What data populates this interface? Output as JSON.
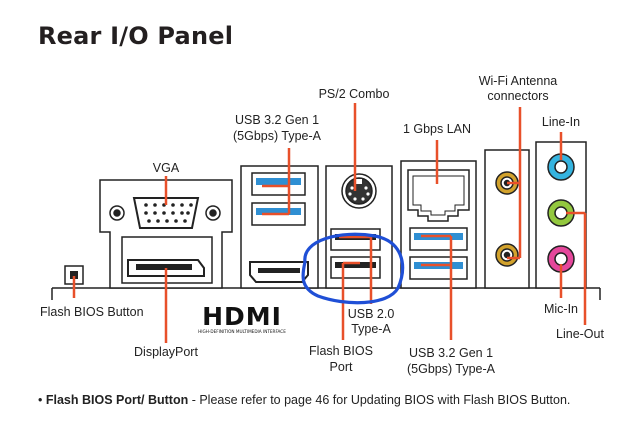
{
  "title": "Rear I/O Panel",
  "labels": {
    "vga": "VGA",
    "usb32_top_line1": "USB 3.2 Gen 1",
    "usb32_top_line2": "(5Gbps) Type-A",
    "ps2": "PS/2 Combo",
    "lan": "1 Gbps LAN",
    "wifi_line1": "Wi-Fi Antenna",
    "wifi_line2": "connectors",
    "line_in": "Line-In",
    "flash_bios_button": "Flash BIOS Button",
    "displayport": "DisplayPort",
    "usb20_line1": "USB 2.0",
    "usb20_line2": "Type-A",
    "flash_bios_port_line1": "Flash BIOS",
    "flash_bios_port_line2": "Port",
    "usb32_bottom_line1": "USB 3.2 Gen 1",
    "usb32_bottom_line2": "(5Gbps) Type-A",
    "mic_in": "Mic-In",
    "line_out": "Line-Out"
  },
  "hdmi_logo": {
    "text": "HDMI",
    "tagline": "HIGH-DEFINITION MULTIMEDIA INTERFACE"
  },
  "note": {
    "bullet": "•",
    "bold": "Flash BIOS Port/ Button",
    "text": " - Please refer to page 46 for Updating BIOS with Flash BIOS Button."
  },
  "colors": {
    "callout": "#e8502a",
    "usb3_blue": "#2f8fd3",
    "audio_line_in": "#35b4e0",
    "audio_line_out": "#93c83e",
    "audio_mic": "#e5479b",
    "annotation_circle": "#1f4fd6",
    "port_outline": "#222222"
  }
}
